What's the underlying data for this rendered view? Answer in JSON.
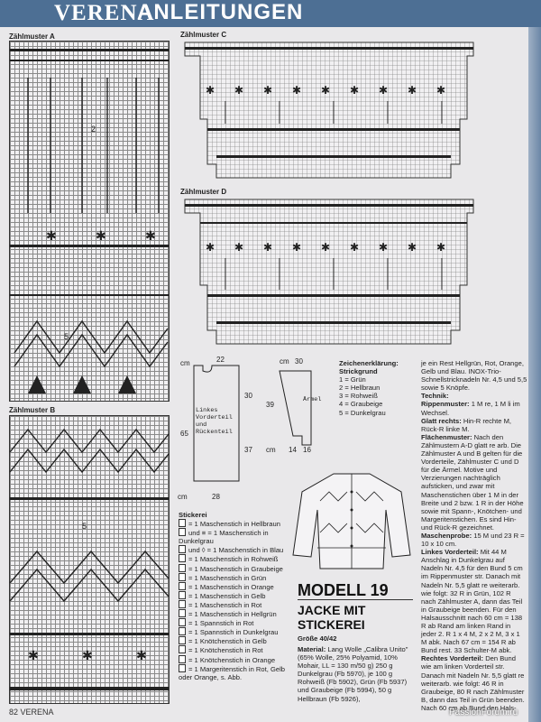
{
  "header": {
    "brand": "VERENA",
    "title": "ANLEITUNGEN"
  },
  "charts": {
    "a": "Zählmuster A",
    "b": "Zählmuster B",
    "c": "Zählmuster C",
    "d": "Zählmuster D"
  },
  "schematic": {
    "front_label": "Linkes Vorderteil und Rückenteil",
    "sleeve_label": "Ärmel"
  },
  "key": {
    "title": "Zeichenerklärung:",
    "subtitle": "Strickgrund",
    "items": [
      "1 = Grün",
      "2 = Hellbraun",
      "3 = Rohweiß",
      "4 = Graubeige",
      "5 = Dunkelgrau"
    ]
  },
  "embroidery": {
    "title": "Stickerei",
    "items": [
      "= 1 Maschenstich in Hellbraun",
      "und ≡ = 1 Maschenstich in Dunkelgrau",
      "und ◊ = 1 Maschenstich in Blau",
      "= 1 Maschenstich in Rohweiß",
      "= 1 Maschenstich in Graubeige",
      "= 1 Maschenstich in Grün",
      "= 1 Maschenstich in Orange",
      "= 1 Maschenstich in Gelb",
      "= 1 Maschenstich in Rot",
      "= 1 Maschenstich in Hellgrün",
      "= 1 Spannstich in Rot",
      "= 1 Spannstich in Dunkelgrau",
      "= 1 Knötchenstich in Gelb",
      "= 1 Knötchenstich in Rot",
      "= 1 Knötchenstich in Orange",
      "= 1 Margeritenstich in Rot, Gelb oder Orange, s. Abb."
    ]
  },
  "model": {
    "number": "MODELL 19",
    "line1": "JACKE MIT",
    "line2": "STICKEREI",
    "size_label": "Größe 40/42"
  },
  "material": {
    "heading": "Material:",
    "text": "Lang Wolle „Calibra Unito\" (65% Wolle, 25% Polyamid, 10% Mohair, LL = 130 m/50 g) 250 g Dunkelgrau (Fb 5970), je 100 g Rohweiß (Fb 5902), Grün (Fb 5937) und Graubeige (Fb 5994), 50 g Hellbraun (Fb 5926),"
  },
  "right_col": {
    "intro": "je ein Rest Hellgrün, Rot, Orange, Gelb und Blau. INOX-Trio-Schnellstricknadeln Nr. 4,5 und 5,5 sowie 5 Knöpfe.",
    "technik_h": "Technik:",
    "rippen_h": "Rippenmuster:",
    "rippen": "1 M re, 1 M li im Wechsel.",
    "glatt_h": "Glatt rechts:",
    "glatt": "Hin-R rechte M, Rück-R linke M.",
    "flaechen_h": "Flächenmuster:",
    "flaechen": "Nach den Zählmustern A-D glatt re arb. Die Zählmuster A und B gelten für die Vorderteile, Zählmuster C und D für die Ärmel. Motive und Verzierungen nachträglich aufsticken, und zwar mit Maschenstichen über 1 M in der Breite und 2 bzw. 1 R in der Höhe sowie mit Spann-, Knötchen- und Margeritenstichen. Es sind Hin- und Rück-R gezeichnet.",
    "probe_h": "Maschenprobe:",
    "probe": "15 M und 23 R = 10 x 10 cm.",
    "links_h": "Linkes Vorderteil:",
    "links": "Mit 44 M Anschlag in Dunkelgrau auf Nadeln Nr. 4,5 für den Bund 5 cm im Rippenmuster str. Danach mit Nadeln Nr. 5,5 glatt re weiterarb. wie folgt: 32 R in Grün, 102 R nach Zählmuster A, dann das Teil in Graubeige beenden. Für den Halsausschnitt nach 60 cm = 138 R ab Rand am linken Rand in jeder 2. R 1 x 4 M, 2 x 2 M, 3 x 1 M abk. Nach 67 cm = 154 R ab Bund rest. 33 Schulter-M abk.",
    "rechts_h": "Rechtes Vorderteil:",
    "rechts": "Den Bund wie am linken Vorderteil str. Danach mit Nadeln Nr. 5,5 glatt re weiterarb. wie folgt: 46 R in Graubeige, 80 R nach Zählmuster B, dann das Teil in Grün beenden. Nach 60 cm ab Bund den Hals-"
  },
  "footer": {
    "page": "82 VERENA",
    "watermark": "PassionForum.ru"
  }
}
